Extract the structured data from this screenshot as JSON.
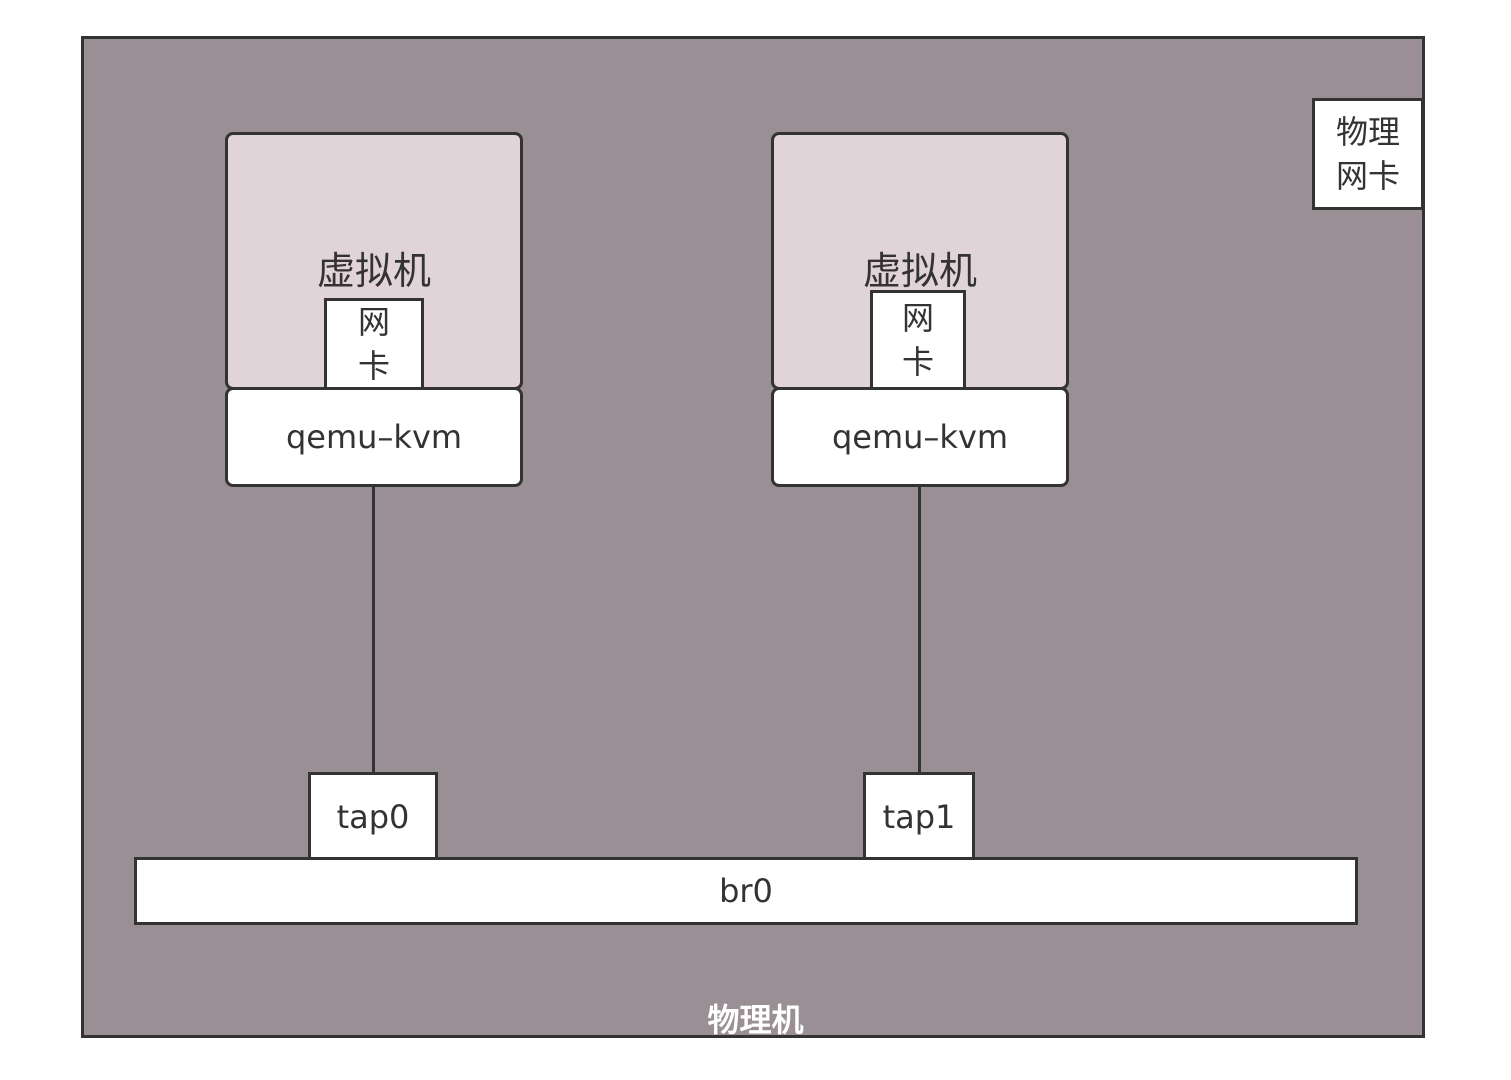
{
  "host": {
    "label": "物理机",
    "color": "#9a8f95"
  },
  "physical_nic": {
    "line1": "物理",
    "line2": "网卡"
  },
  "vms": [
    {
      "label": "虚拟机",
      "nic_line1": "网",
      "nic_line2": "卡",
      "process": "qemu–kvm",
      "tap": "tap0"
    },
    {
      "label": "虚拟机",
      "nic_line1": "网",
      "nic_line2": "卡",
      "process": "qemu–kvm",
      "tap": "tap1"
    }
  ],
  "bridge": {
    "label": "br0"
  },
  "vm_color": "#e1d4d9"
}
